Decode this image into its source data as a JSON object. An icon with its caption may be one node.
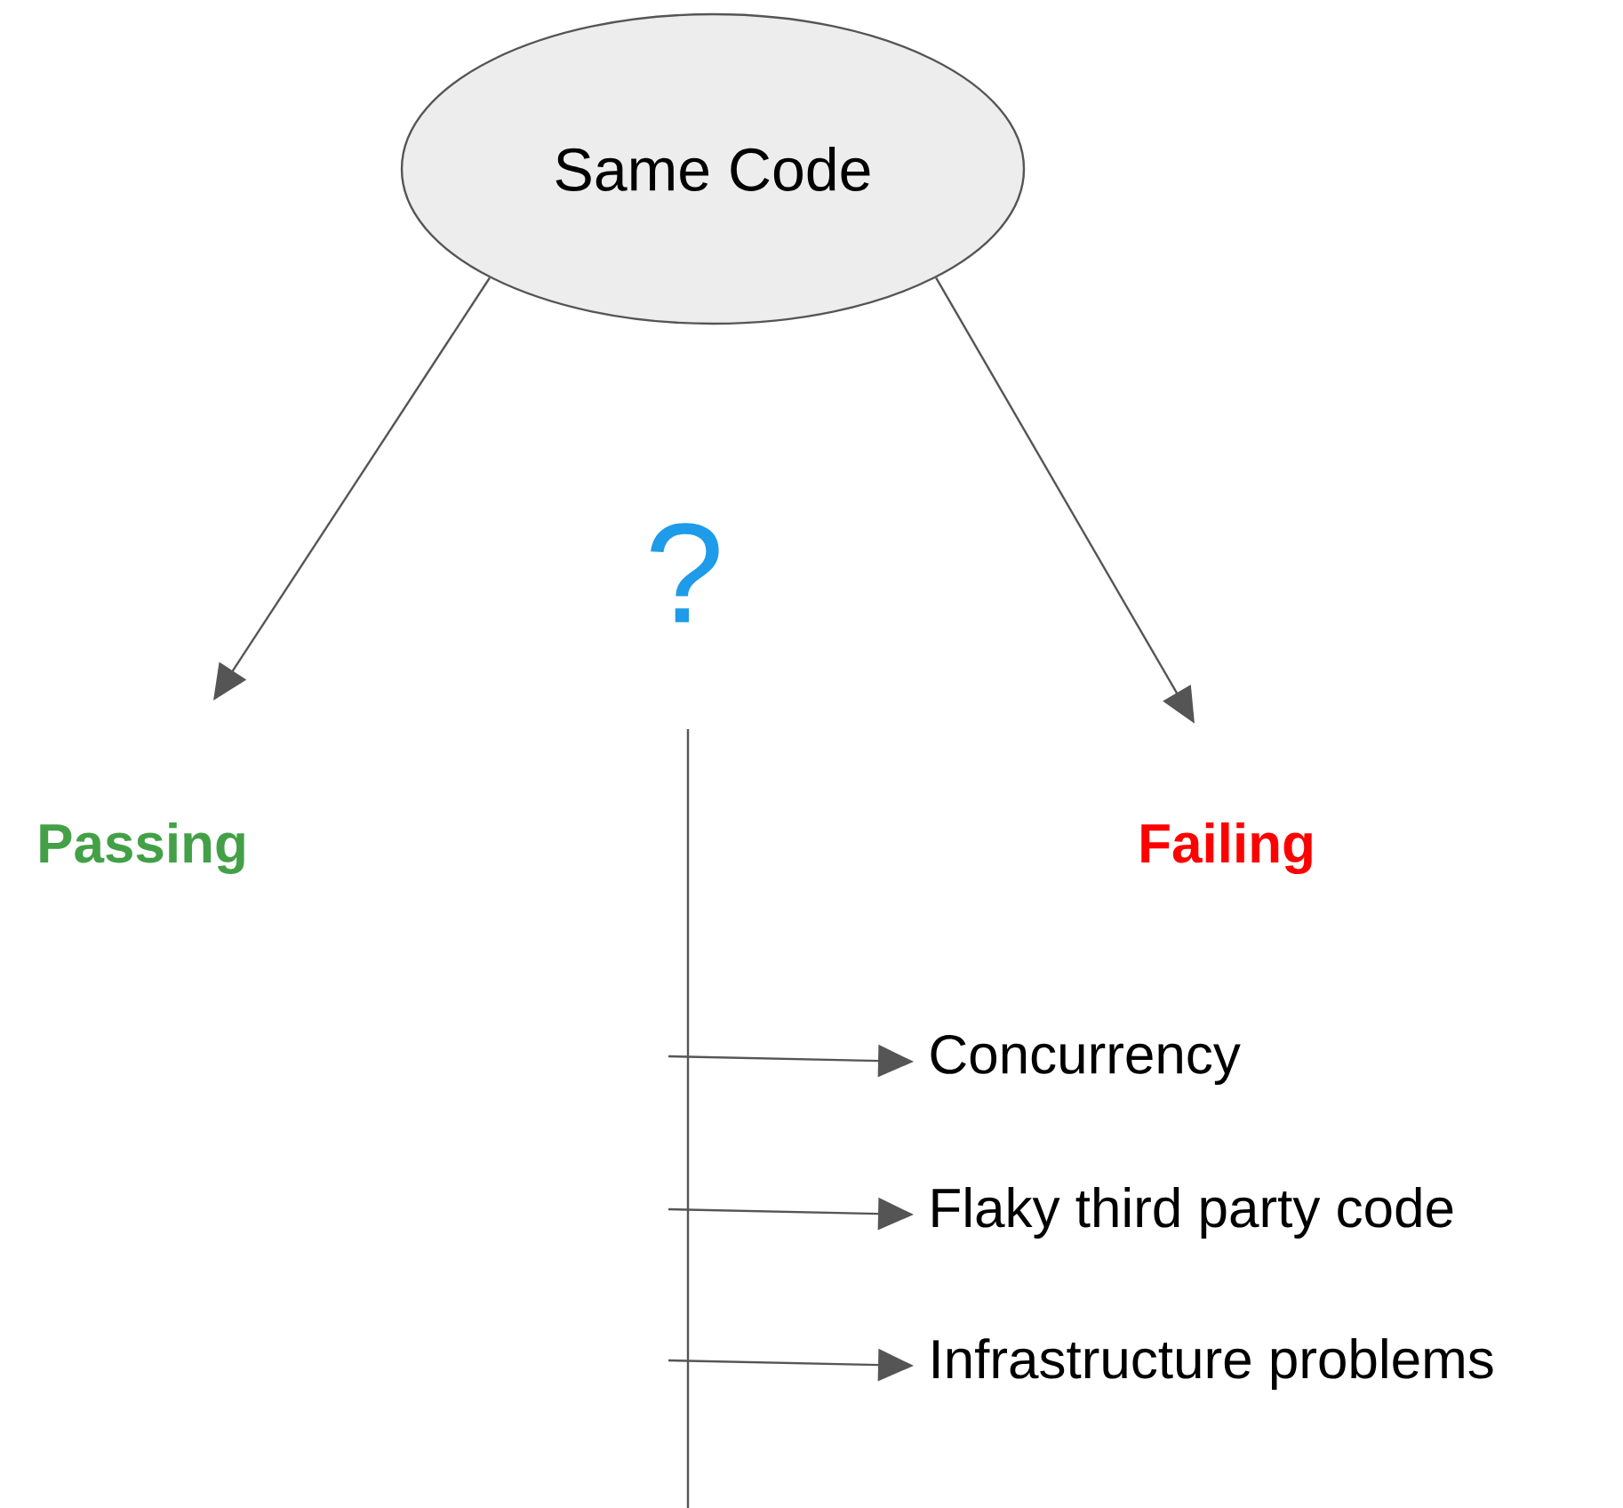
{
  "diagram": {
    "nodes": [
      {
        "text": [
          "Same Code"
        ]
      },
      {
        "text": [
          "Passing"
        ]
      },
      {
        "text": [
          "Failing"
        ]
      },
      {
        "text": [
          "Concurrency"
        ]
      },
      {
        "text": [
          "Flaky third party code"
        ]
      },
      {
        "text": [
          "Infrastructure problems"
        ]
      }
    ],
    "edges": [
      {
        "from": 0,
        "to": 1,
        "arrow": "to"
      },
      {
        "from": 0,
        "to": 2,
        "arrow": "to"
      },
      {
        "from": null,
        "to": 3,
        "arrow": "to"
      },
      {
        "from": null,
        "to": 4,
        "arrow": "to"
      },
      {
        "from": null,
        "to": 5,
        "arrow": "to"
      }
    ],
    "labels": [
      "?"
    ]
  }
}
